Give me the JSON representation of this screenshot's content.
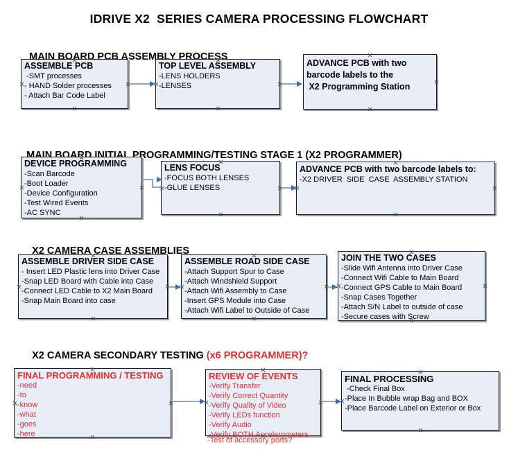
{
  "document": {
    "title": "IDRIVE X2  SERIES CAMERA PROCESSING FLOWCHART"
  },
  "sections": [
    {
      "id": "main-board-pcb-assembly",
      "heading": "MAIN BOARD PCB ASSEMBLY PROCESS",
      "heading_accent": ""
    },
    {
      "id": "main-board-initial-programming",
      "heading": "MAIN BOARD INITIAL PROGRAMMING/TESTING STAGE 1 (X2 PROGRAMMER)",
      "heading_accent": ""
    },
    {
      "id": "x2-camera-case-assemblies",
      "heading": "X2 CAMERA CASE ASSEMBLIES",
      "heading_accent": ""
    },
    {
      "id": "x2-camera-secondary-testing",
      "heading": "X2 CAMERA SECONDARY TESTING ",
      "heading_accent": "(x6 PROGRAMMER)?"
    }
  ],
  "boxes": {
    "assemble_pcb": {
      "title": "ASSEMBLE PCB",
      "lines": [
        " -SMT processes",
        "- HAND Solder processes",
        "- Attach Bar Code Label"
      ]
    },
    "top_level_assembly": {
      "title": "TOP LEVEL ASSEMBLY",
      "lines": [
        "-LENS HOLDERS",
        "-LENSES"
      ]
    },
    "advance_pcb_programming_station": {
      "lines": [
        "ADVANCE PCB with two",
        "barcode labels to the",
        " X2 Programming Station"
      ]
    },
    "device_programming": {
      "title": "DEVICE PROGRAMMING",
      "lines": [
        "-Scan Barcode",
        "-Boot Loader",
        "-Device Configuration",
        "-Test Wired Events",
        "-AC SYNC"
      ]
    },
    "lens_focus": {
      "title": "LENS FOCUS",
      "lines": [
        "-FOCUS BOTH LENSES",
        "-GLUE LENSES"
      ]
    },
    "advance_pcb_driver_side": {
      "title": "ADVANCE PCB with two barcode labels to:",
      "lines": [
        "-X2 DRIVER  SIDE  CASE  ASSEMBLY STATION"
      ]
    },
    "assemble_driver_side_case": {
      "title": "ASSEMBLE DRIVER SIDE CASE",
      "lines": [
        "- Insert LED Plastic lens into Driver Case",
        "-Snap LED Board with Cable into Case",
        "-Connect LED Cable to X2 Main Board",
        "-Snap Main Board into case"
      ]
    },
    "assemble_road_side_case": {
      "title": "ASSEMBLE ROAD SIDE CASE",
      "lines": [
        "-Attach Support Spur to Case",
        "-Attach Windshield Support",
        "-Attach Wifi Assembly to Case",
        "-Insert GPS Module into Case",
        "-Attach Wifi Label to Outside of Case"
      ]
    },
    "join_the_two_cases": {
      "title": "JOIN THE TWO CASES",
      "lines": [
        "-Slide Wifi Antenna into Driver Case",
        "-Connect Wifi Cable to Main Board",
        "-Connect GPS Cable to Main Board",
        "-Snap Cases Together",
        "-Attach S/N Label to outside of case",
        "-Secure cases with Screw"
      ]
    },
    "final_programming_testing": {
      "title": "FINAL PROGRAMMING / TESTING",
      "lines": [
        "-need",
        "-to",
        "-know",
        "-what",
        "-goes",
        "-here"
      ]
    },
    "review_of_events": {
      "title": "REVIEW OF EVENTS",
      "lines": [
        "-Verify Transfer",
        "-Verify Correct Quantity",
        "-Verify Quality of Video",
        "-Verify LEDs function",
        "-Verify Audio",
        "-Verify BOTH Accelerometers"
      ],
      "overflow_line": "-Test of accessory ports?"
    },
    "final_processing": {
      "title": "FINAL PROCESSING",
      "lines": [
        " -Check Final Box",
        "-Place In Bubble wrap Bag and BOX",
        "-Place Barcode Label on Exterior or Box"
      ]
    }
  },
  "colors": {
    "box_fill": "#e8eef7",
    "box_border": "#1a1a1a",
    "box_shadow": "#9a9a9a",
    "connector_line": "#8ba7c4",
    "connector_head": "#3a6ea8",
    "accent_red": "#e03030",
    "text": "#000000"
  }
}
